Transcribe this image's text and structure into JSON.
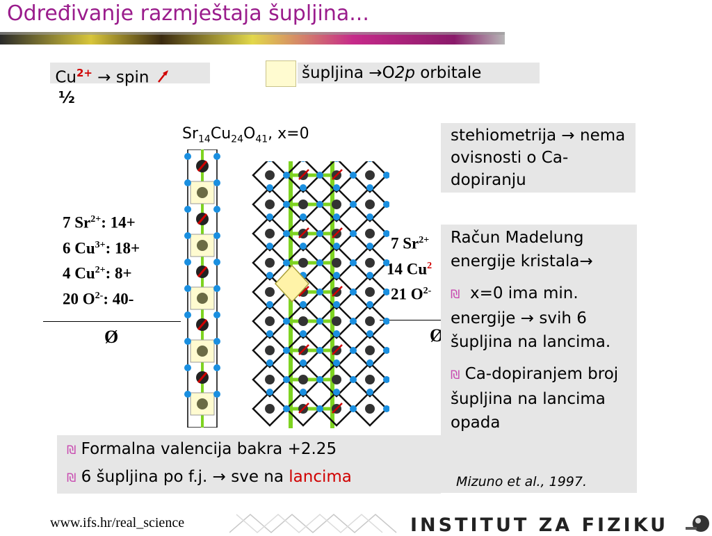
{
  "slide": {
    "title": "Određivanje razmještaja šupljina...",
    "legend": {
      "cu_prefix": "Cu",
      "cu_charge": "2+",
      "cu_arrow": "→",
      "cu_spin": "spin",
      "cu_half": "½",
      "hole_text": "šupljina →O",
      "hole_orbital": "2p",
      "hole_suffix": "orbitale"
    },
    "formula": {
      "sr": "Sr",
      "sr_sub": "14",
      "cu": "Cu",
      "cu_sub": "24",
      "o": "O",
      "o_sub": "41",
      "tail": ", x=0"
    },
    "stoichiometry": "stehiometrija → nema ovisnosti o Ca-dopiranju",
    "madelung": {
      "intro": "Račun Madelung energije kristala→",
      "bullet": "₪",
      "point1": "x=0 ima min. energije → svih 6 šupljina na lancima.",
      "point2": "Ca-dopiranjem broj šupljina na lancima opada"
    },
    "citation": "Mizuno et al., 1997.",
    "bottom": {
      "line1": "Formalna valencija bakra +2.25",
      "line2_prefix": "6 šupljina po f.j. → sve na",
      "line2_highlight": "lancima"
    },
    "charge_left": {
      "rows": [
        {
          "ion": "7 Sr",
          "charge": "2+",
          "value": ":  14+"
        },
        {
          "ion": "6 Cu",
          "charge": "3+",
          "value": ": 18+"
        },
        {
          "ion": "4 Cu",
          "charge": "2+",
          "value": ":   8+"
        },
        {
          "ion": "20 O",
          "charge": "2-",
          "value": ":   40-"
        }
      ],
      "sum": "Ø"
    },
    "charge_right": {
      "rows": [
        {
          "ion": "7 Sr",
          "charge": "2+"
        },
        {
          "ion": "14 Cu",
          "charge": "2"
        },
        {
          "ion": "21 O",
          "charge": "2-"
        }
      ],
      "sum": "Ø"
    },
    "footer": {
      "url": "www.ifs.hr/real_science",
      "brand": "INSTITUT ZA FIZIKU"
    },
    "colors": {
      "title": "#9a1c8c",
      "copper_spin": "#d00000",
      "oxygen": "#1a8fe0",
      "chain_bond": "#7ed321",
      "hole": "#fffbd0"
    }
  }
}
